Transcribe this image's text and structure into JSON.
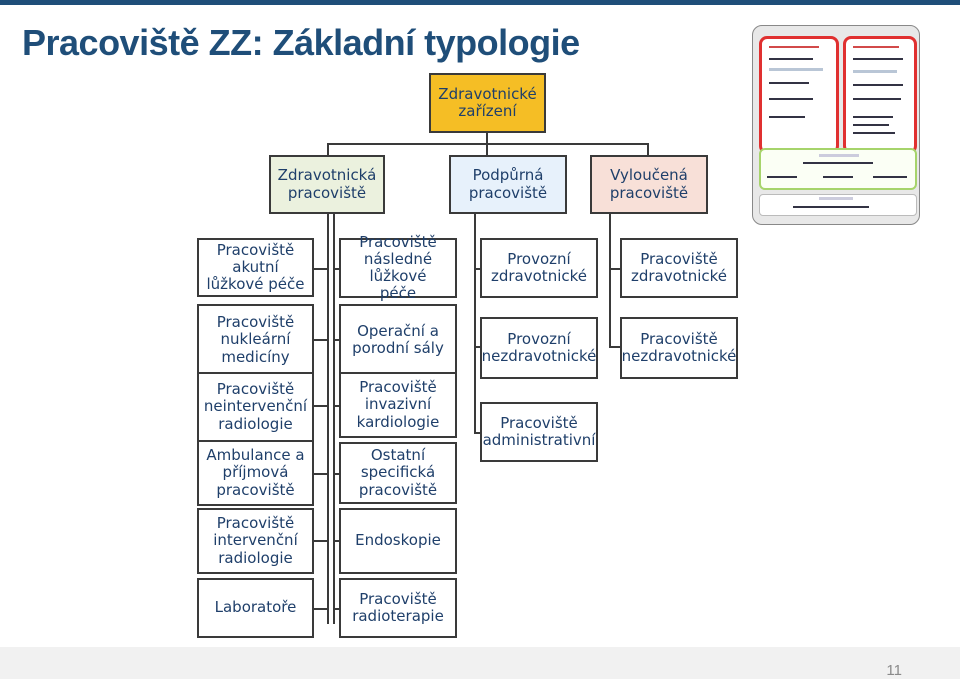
{
  "title": "Pracoviště ZZ: Základní typologie",
  "root": "Zdravotnické\nzařízení",
  "level2": [
    "Zdravotnická\npracoviště",
    "Podpůrná\npracoviště",
    "Vyloučená\npracoviště"
  ],
  "col1": [
    "Pracoviště akutní\nlůžkové péče",
    "Pracoviště\nnukleární\nmedicíny",
    "Pracoviště\nneintervenční\nradiologie",
    "Ambulance a\npříjmová\npracoviště",
    "Pracoviště\nintervenční\nradiologie",
    "Laboratoře"
  ],
  "col2": [
    "Pracoviště\nnásledné lůžkové\npéče",
    "Operační a\nporodní sály",
    "Pracoviště\ninvazivní\nkardiologie",
    "Ostatní specifická\npracoviště",
    "Endoskopie",
    "Pracoviště\nradioterapie"
  ],
  "col3": [
    "Provozní\nzdravotnické",
    "Provozní\nnezdravotnické",
    "Pracoviště\nadministrativní"
  ],
  "col4": [
    "Pracoviště\nzdravotnické",
    "Pracoviště\nnezdravotnické"
  ],
  "page_number": "11",
  "colors": {
    "title": "#1f4e79",
    "root_fill": "#f5be25",
    "clinical_fill": "#ebf1de",
    "support_fill": "#e7f1fb",
    "excluded_fill": "#f8e0d8",
    "thumbnail_highlight": "#e03030"
  }
}
